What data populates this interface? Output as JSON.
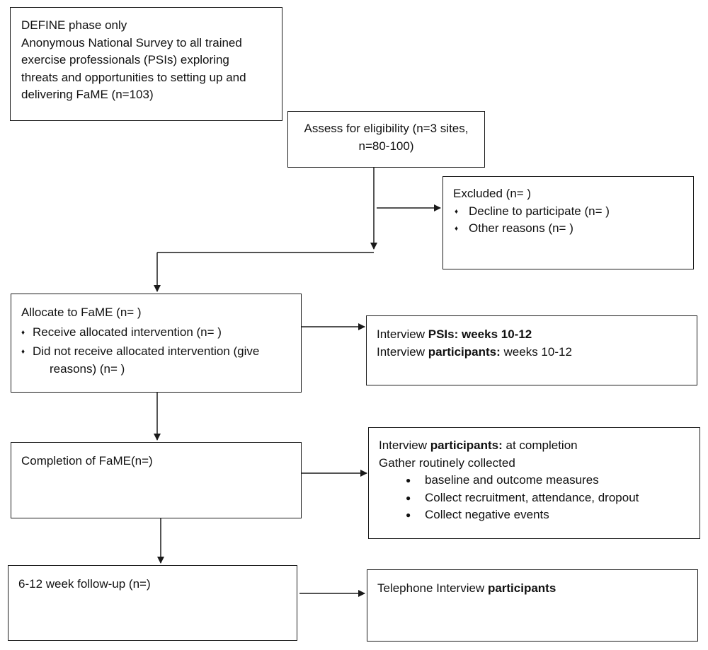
{
  "boxes": {
    "define": {
      "lines": [
        "DEFINE phase only",
        "Anonymous National Survey to all trained",
        "exercise professionals (PSIs) exploring",
        "threats and opportunities to setting up and",
        "delivering FaME (n=103)"
      ]
    },
    "assess": {
      "lines": [
        "Assess for eligibility (n=3 sites,",
        "n=80-100)"
      ]
    },
    "excluded": {
      "title": "Excluded (n=   )",
      "bullets": [
        "Decline to participate (n=  )",
        "Other reasons (n=  )"
      ]
    },
    "allocate": {
      "title": "Allocate to FaME (n=  )",
      "bullet1": "Receive allocated intervention (n=  )",
      "bullet2_line1": "Did not receive allocated intervention (give",
      "bullet2_line2": "reasons) (n=  )"
    },
    "interview1": {
      "l1_pre": "Interview ",
      "l1_bold": "PSIs: weeks 10-12",
      "l2_pre": "Interview ",
      "l2_bold": "participants:",
      "l2_post": " weeks 10-12"
    },
    "completion": {
      "title": "Completion of FaME(n=)"
    },
    "interview2": {
      "l1_pre": "Interview ",
      "l1_bold": "participants:",
      "l1_post": " at completion",
      "l2": "Gather routinely collected",
      "bullets": [
        "baseline and outcome measures",
        "Collect recruitment, attendance, dropout",
        "Collect negative events"
      ]
    },
    "followup": {
      "title": "6-12 week follow-up (n=)"
    },
    "telephone": {
      "pre": "Telephone Interview ",
      "bold": "participants"
    }
  },
  "glyphs": {
    "diamond": "♦",
    "dot": "●"
  }
}
